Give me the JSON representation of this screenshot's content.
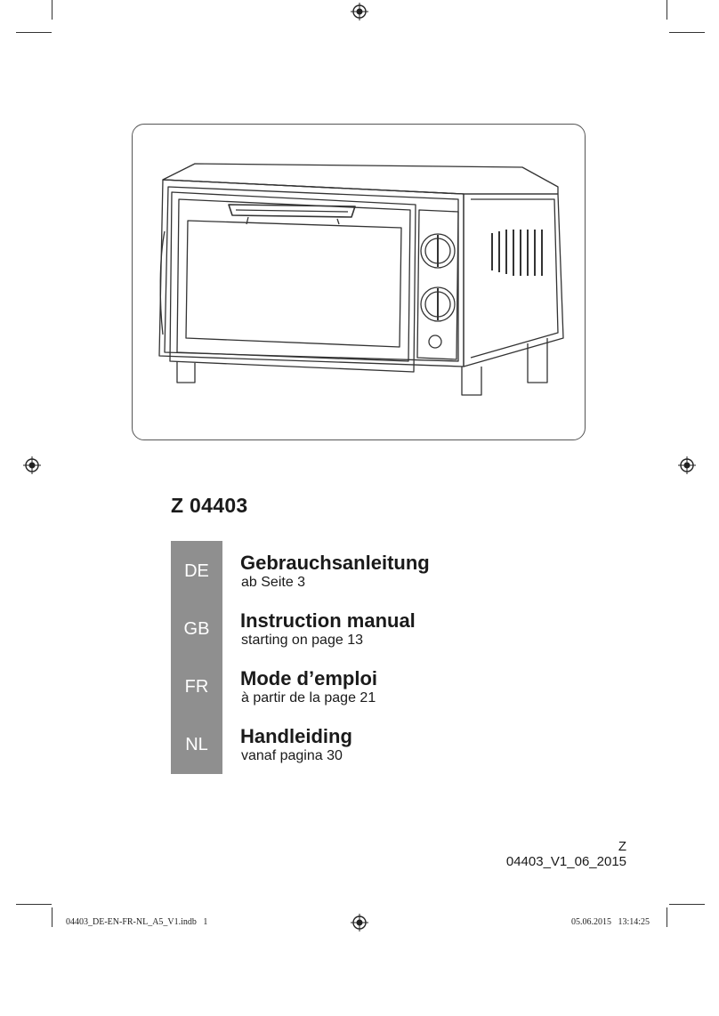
{
  "model_number": "Z 04403",
  "languages": [
    {
      "code": "DE",
      "title": "Gebrauchsanleitung",
      "subtitle": "ab Seite 3"
    },
    {
      "code": "GB",
      "title": "Instruction manual",
      "subtitle": "starting on page 13"
    },
    {
      "code": "FR",
      "title": "Mode d’emploi",
      "subtitle": "à partir de la page 21"
    },
    {
      "code": "NL",
      "title": "Handleiding",
      "subtitle": "vanaf pagina 30"
    }
  ],
  "version": "Z 04403_V1_06_2015",
  "print_slug": {
    "file": "04403_DE-EN-FR-NL_A5_V1.indb   1",
    "date": "05.06.2015   13:14:25"
  },
  "illustration": "toaster-oven",
  "colors": {
    "language_bar": "#8f8f8f",
    "text": "#1a1a1a",
    "frame": "#555555"
  }
}
